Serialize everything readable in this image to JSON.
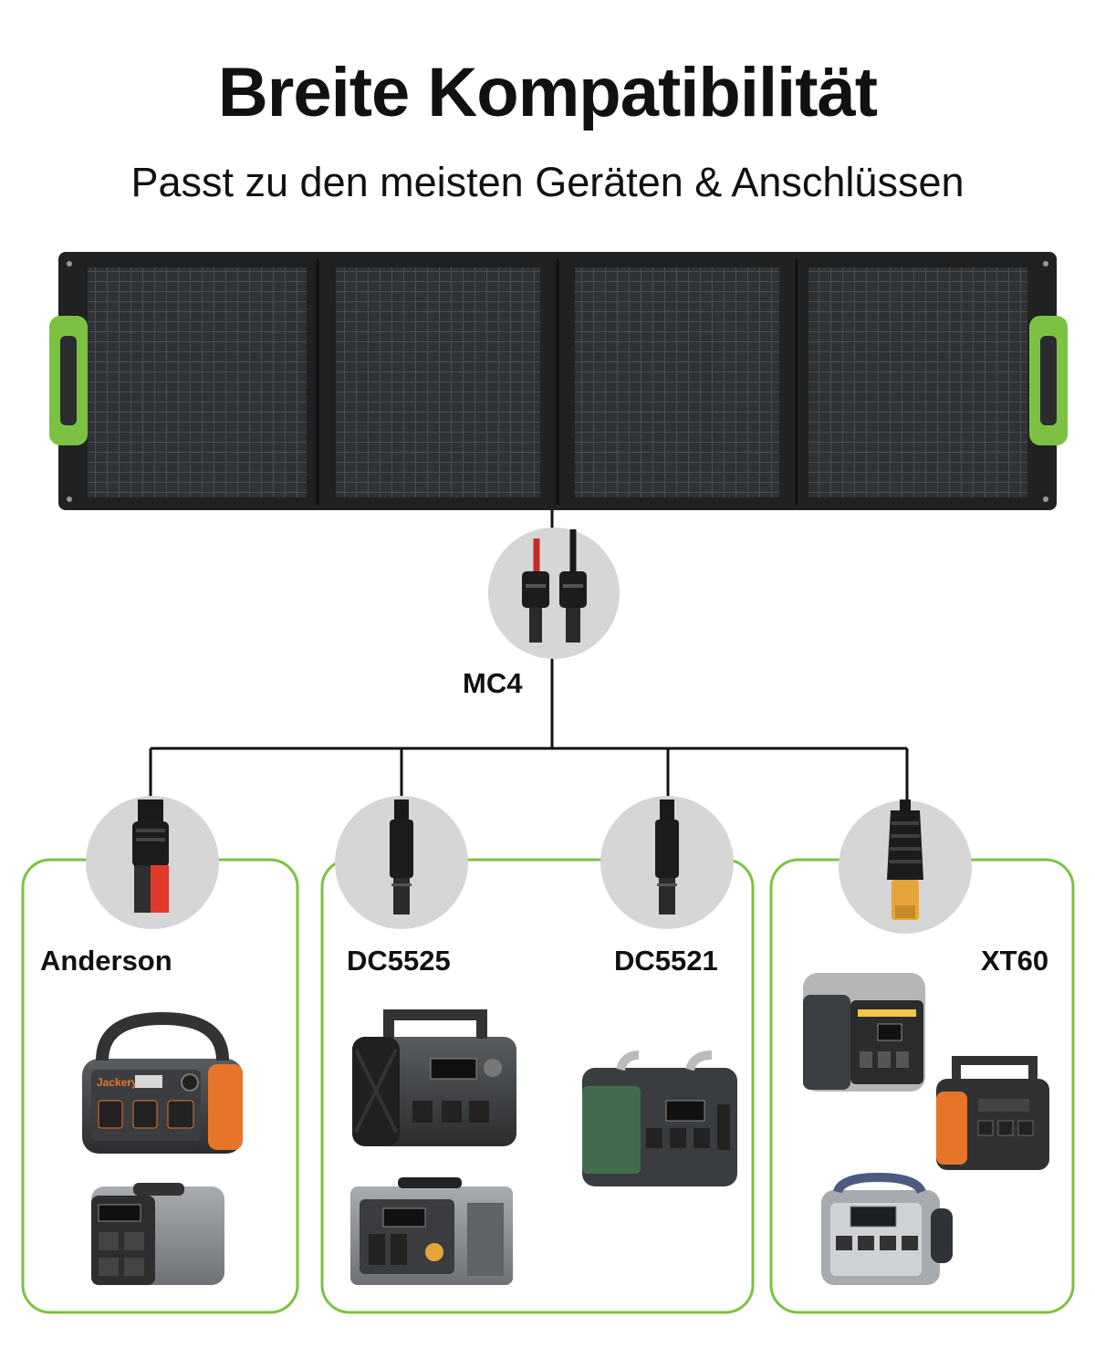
{
  "header": {
    "title": "Breite Kompatibilität",
    "subtitle": "Passt zu den meisten Geräten & Anschlüssen"
  },
  "connectors": {
    "mc4": "MC4",
    "anderson": "Anderson",
    "dc5525": "DC5525",
    "dc5521": "DC5521",
    "xt60": "XT60"
  },
  "device_brands": {
    "jackery": "Jackery"
  },
  "colors": {
    "accent_green": "#7cc242",
    "panel_dark": "#262829",
    "circle_gray": "#d6d6d6",
    "line_black": "#111111"
  },
  "icons": [
    "solar-panel-icon",
    "mc4-connector-icon",
    "anderson-connector-icon",
    "dc-barrel-connector-icon",
    "xt60-connector-icon",
    "power-station-icon"
  ]
}
